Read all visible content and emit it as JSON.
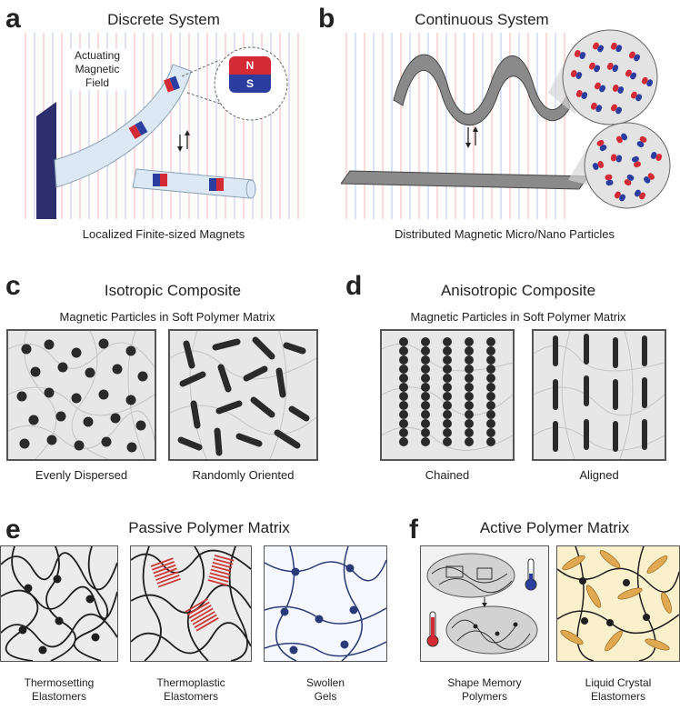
{
  "panels": {
    "a": {
      "letter": "a",
      "title": "Discrete System",
      "field_label_1": "Actuating",
      "field_label_2": "Magnetic",
      "field_label_3": "Field",
      "magnet_n": "N",
      "magnet_s": "S",
      "caption": "Localized Finite-sized Magnets"
    },
    "b": {
      "letter": "b",
      "title": "Continuous System",
      "caption": "Distributed Magnetic Micro/Nano Particles"
    },
    "c": {
      "letter": "c",
      "title": "Isotropic Composite",
      "subtitle": "Magnetic Particles in Soft Polymer Matrix",
      "caption_left": "Evenly Dispersed",
      "caption_right": "Randomly Oriented"
    },
    "d": {
      "letter": "d",
      "title": "Anisotropic Composite",
      "subtitle": "Magnetic Particles in Soft Polymer Matrix",
      "caption_left": "Chained",
      "caption_right": "Aligned"
    },
    "e": {
      "letter": "e",
      "title": "Passive Polymer Matrix",
      "cap1_line1": "Thermosetting",
      "cap1_line2": "Elastomers",
      "cap2_line1": "Thermoplastic",
      "cap2_line2": "Elastomers",
      "cap3_line1": "Swollen",
      "cap3_line2": "Gels"
    },
    "f": {
      "letter": "f",
      "title": "Active Polymer Matrix",
      "cap1_line1": "Shape Memory",
      "cap1_line2": "Polymers",
      "cap2_line1": "Liquid Crystal",
      "cap2_line2": "Elastomers"
    }
  },
  "colors": {
    "field_red": "#f2b8b8",
    "field_blue": "#b8c4ef",
    "magnet_red": "#d42a35",
    "magnet_blue": "#2b3ea0",
    "tube": "#dce9f4",
    "lce_bg": "#fbf0cc",
    "mesogen": "#e0a850"
  }
}
